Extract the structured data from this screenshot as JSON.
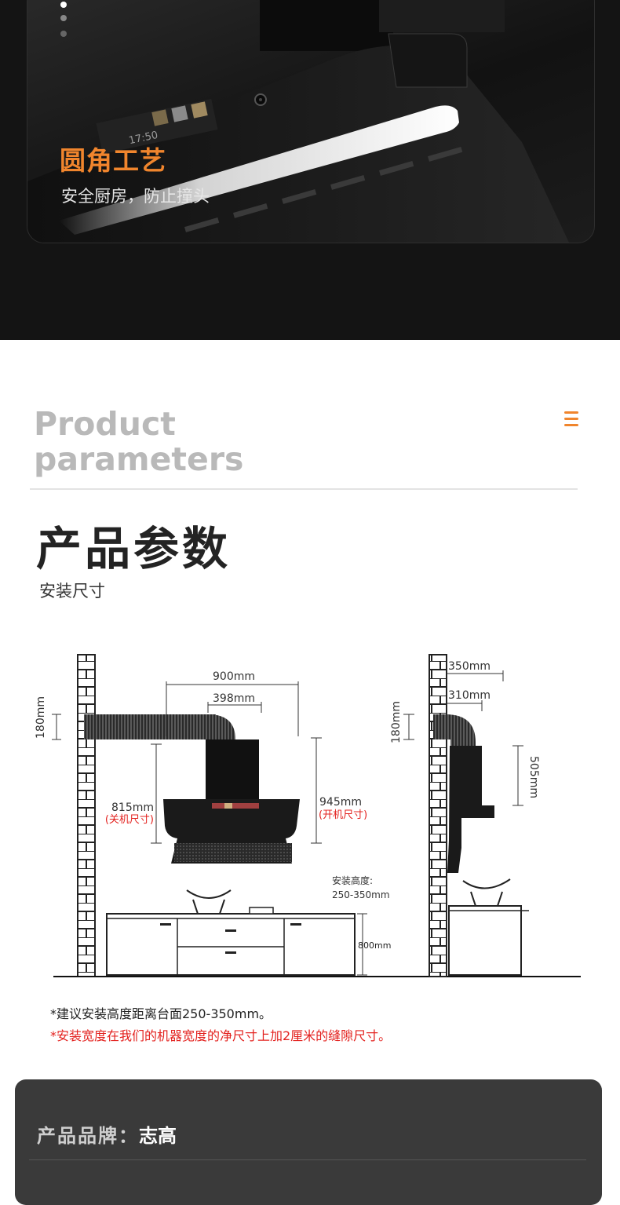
{
  "hero": {
    "title": "圆角工艺",
    "subtitle": "安全厨房，防止撞头",
    "display_time": "17:50",
    "accent_color": "#f0852d"
  },
  "section": {
    "title_en_line1": "Product",
    "title_en_line2": "parameters",
    "title_cn": "产品参数",
    "subtitle_cn": "安装尺寸",
    "menu_icon": "hamburger-icon"
  },
  "diagram": {
    "front": {
      "width_total": "900mm",
      "width_outlet": "398mm",
      "duct_height": "180mm",
      "closed_height": "815mm",
      "closed_label": "(关机尺寸)",
      "open_height": "945mm",
      "open_label": "(开机尺寸)",
      "install_height_label": "安装高度:",
      "install_height_value": "250-350mm",
      "counter_height": "800mm"
    },
    "side": {
      "depth_total": "350mm",
      "depth_outlet": "310mm",
      "duct_height": "180mm",
      "body_height": "505mm"
    }
  },
  "notes": {
    "line1": "*建议安装高度距离台面250-350mm。",
    "line2": "*安装宽度在我们的机器宽度的净尺寸上加2厘米的缝隙尺寸。"
  },
  "spec": {
    "brand_key": "产品品牌：",
    "brand_value": "志高"
  }
}
